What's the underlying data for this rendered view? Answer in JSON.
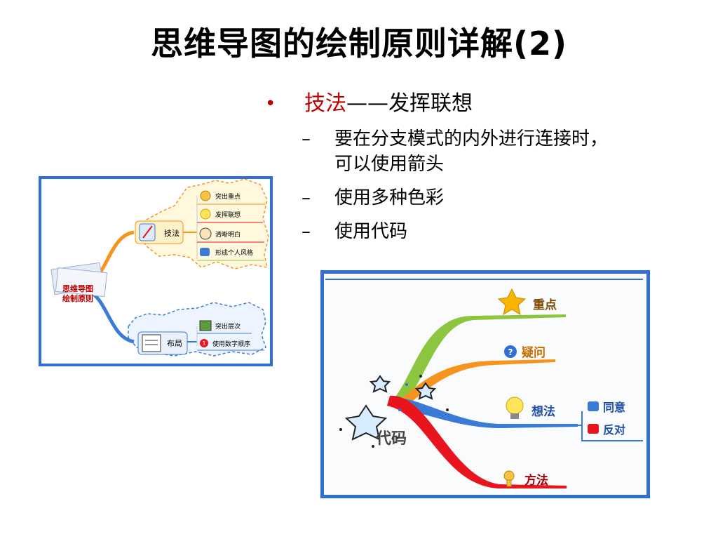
{
  "title": "思维导图的绘制原则详解(2)",
  "bullet": {
    "marker": "•",
    "accent": "技法",
    "dash": "——",
    "rest": "发挥联想",
    "sub_marker": "–",
    "subitems": [
      {
        "line1": "要在分支模式的内外进行连接时，",
        "line2": "可以使用箭头"
      },
      {
        "line1": "使用多种色彩"
      },
      {
        "line1": "使用代码"
      }
    ]
  },
  "figure1": {
    "center": [
      "思维导图",
      "绘制原则"
    ],
    "branch_top": {
      "label": "技法",
      "items": [
        "突出重点",
        "发挥联想",
        "清晰明白",
        "形成个人风格"
      ]
    },
    "branch_bottom": {
      "label": "布局",
      "items": [
        "突出层次",
        "使用数字顺序"
      ]
    }
  },
  "figure2": {
    "center": "代码",
    "branches": [
      "重点",
      "疑问",
      "想法",
      "方法"
    ],
    "sub_items": [
      "同意",
      "反对"
    ]
  },
  "colors": {
    "accent_red": "#c00000",
    "frame_blue": "#2f6fd6",
    "branch_green": "#8cc63f",
    "branch_orange": "#f7941d",
    "branch_blue": "#3a7bd5",
    "branch_red": "#e8141e"
  }
}
